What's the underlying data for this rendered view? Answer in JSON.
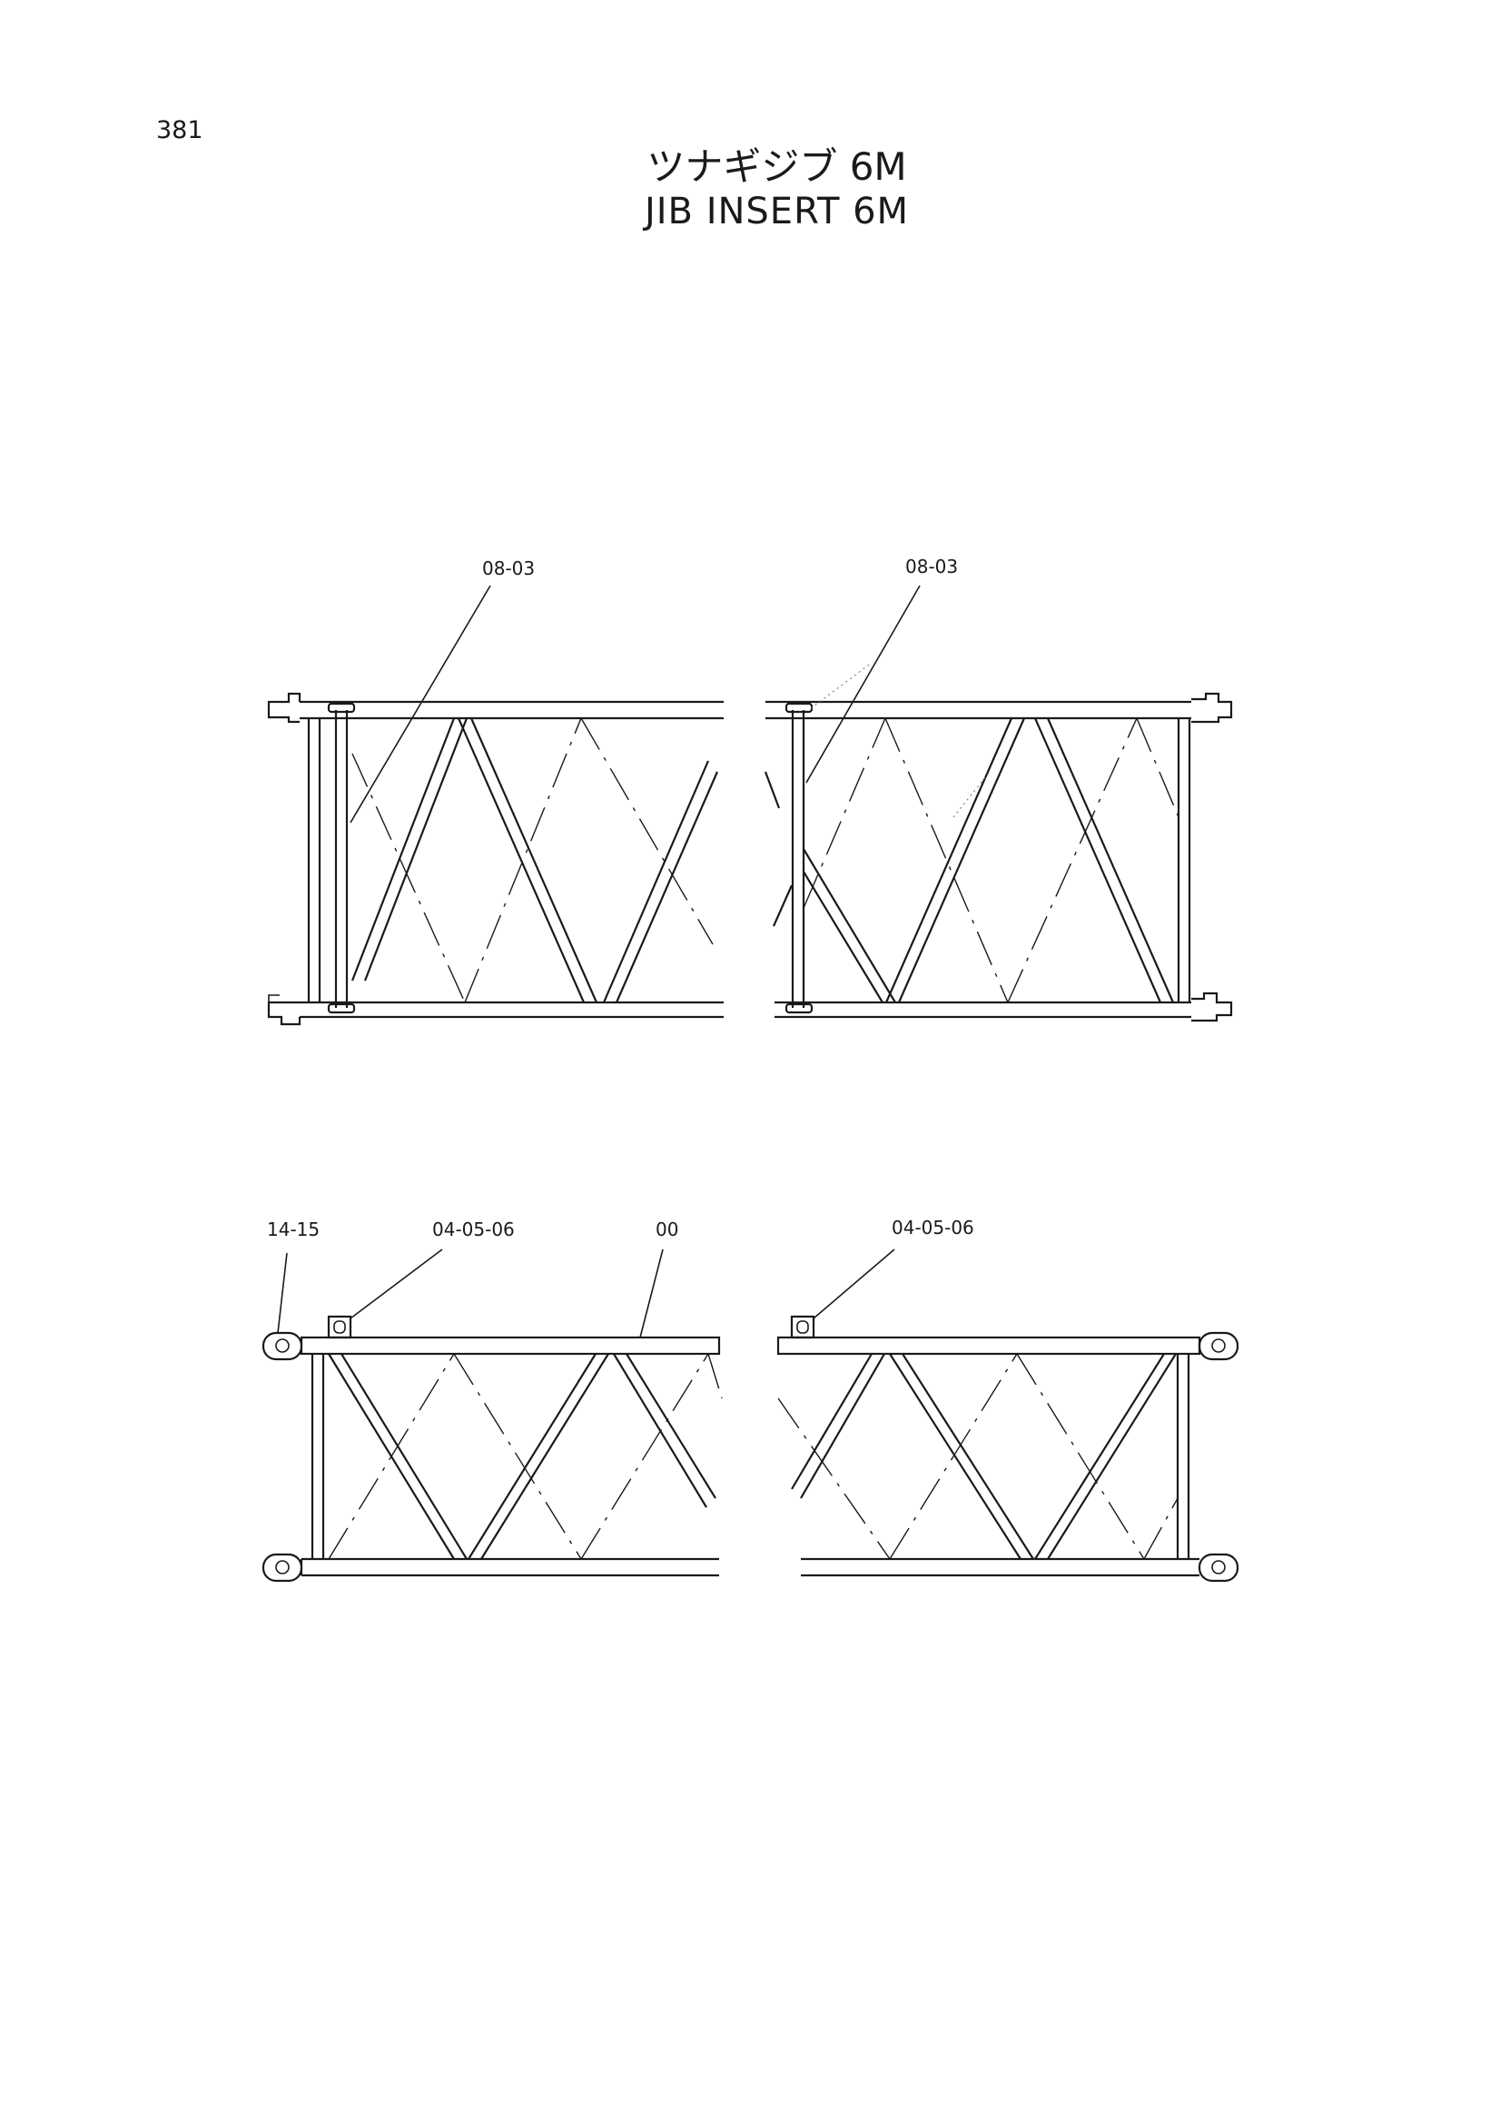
{
  "page_number": "381",
  "title_jp": "ツナギジブ 6M",
  "title_en": "JIB INSERT 6M",
  "callouts": {
    "top_left": "08-03",
    "top_right": "08-03",
    "bottom_a": "14-15",
    "bottom_b": "04-05-06",
    "bottom_c": "00",
    "bottom_d": "04-05-06"
  }
}
